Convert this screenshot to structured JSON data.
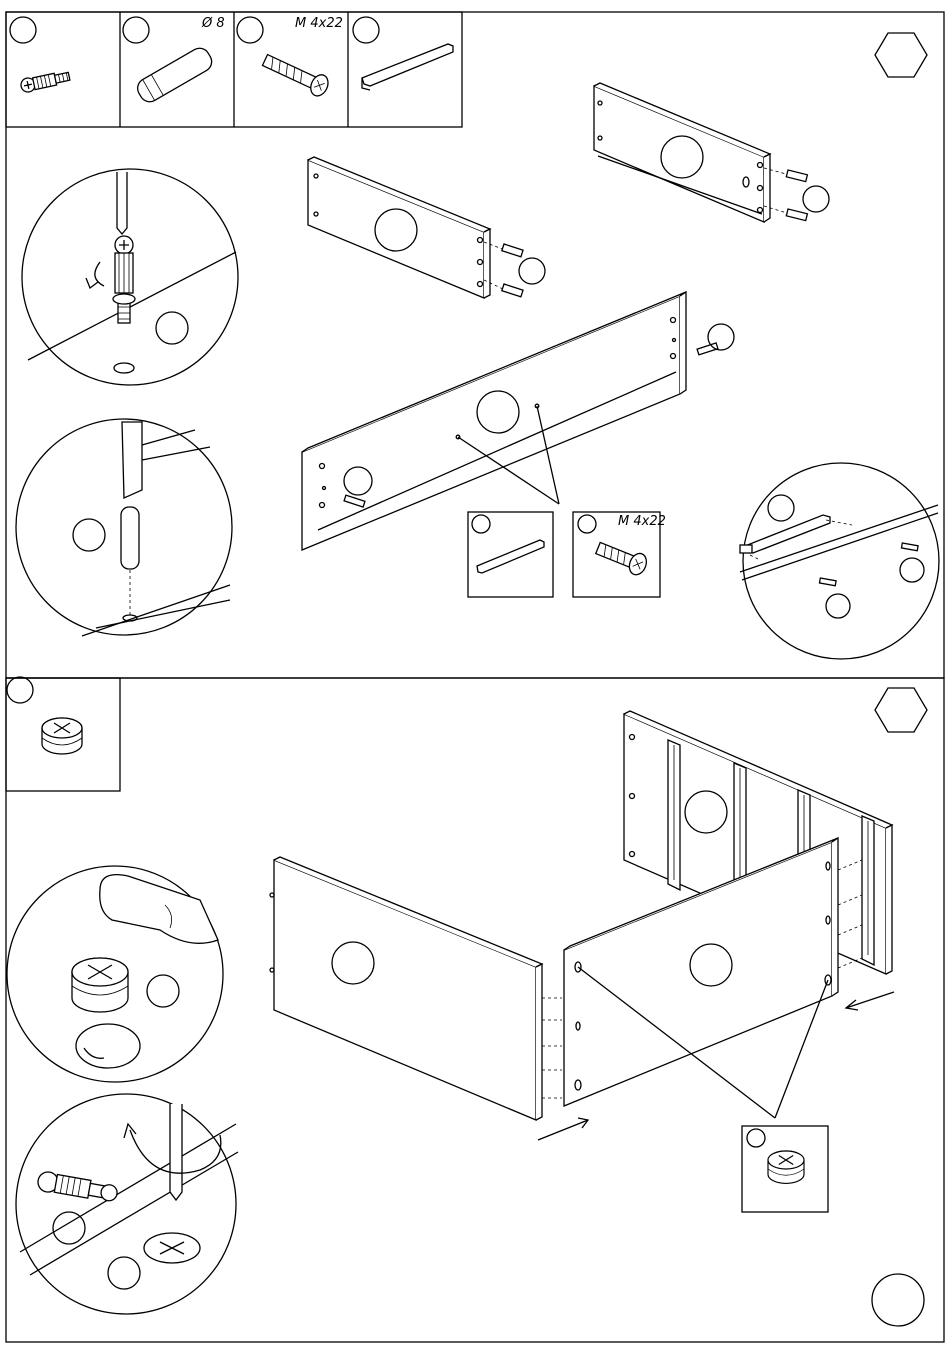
{
  "parts_legend": [
    {
      "label": ""
    },
    {
      "label": "Ø 8"
    },
    {
      "label": "M 4x22"
    },
    {
      "label": ""
    }
  ],
  "callout_screw_label": "M 4x22",
  "colors": {
    "line": "#000000",
    "background": "#ffffff"
  }
}
